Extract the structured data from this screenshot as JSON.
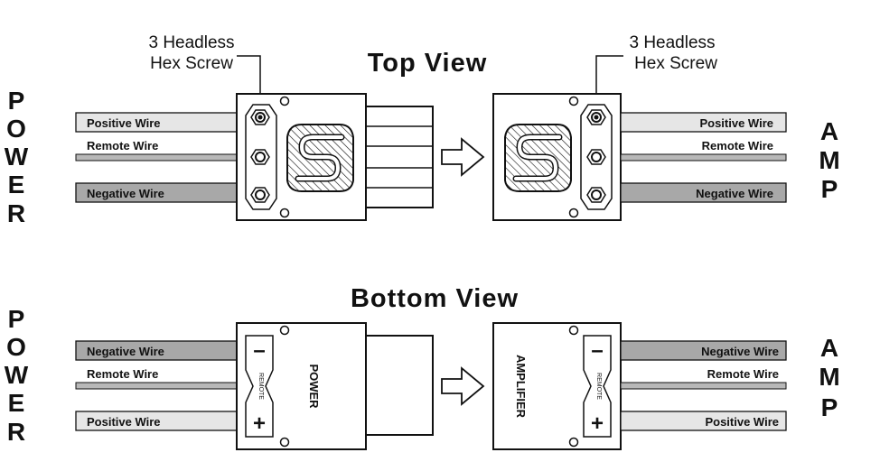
{
  "side_labels": {
    "power": [
      "P",
      "O",
      "W",
      "E",
      "R"
    ],
    "amp": [
      "A",
      "M",
      "P"
    ]
  },
  "top_view": {
    "title": "Top View",
    "callout_line1": "3 Headless",
    "callout_line2": "Hex Screw",
    "left_wires": [
      "Positive Wire",
      "Remote Wire",
      "Negative Wire"
    ],
    "right_wires": [
      "Positive Wire",
      "Remote Wire",
      "Negative Wire"
    ]
  },
  "bottom_view": {
    "title": "Bottom View",
    "left_wires": [
      "Negative Wire",
      "Remote Wire",
      "Positive Wire"
    ],
    "right_wires": [
      "Negative Wire",
      "Remote Wire",
      "Positive Wire"
    ],
    "left_block_label": "POWER",
    "right_block_label": "AMPLIFIER",
    "remote_label": "REMOTE",
    "minus_sign": "–",
    "plus_sign": "+"
  },
  "colors": {
    "outline": "#111111",
    "wire_light": "#e6e6e6",
    "wire_dark": "#a8a8a8",
    "remote_wire": "#b8b8b8"
  }
}
